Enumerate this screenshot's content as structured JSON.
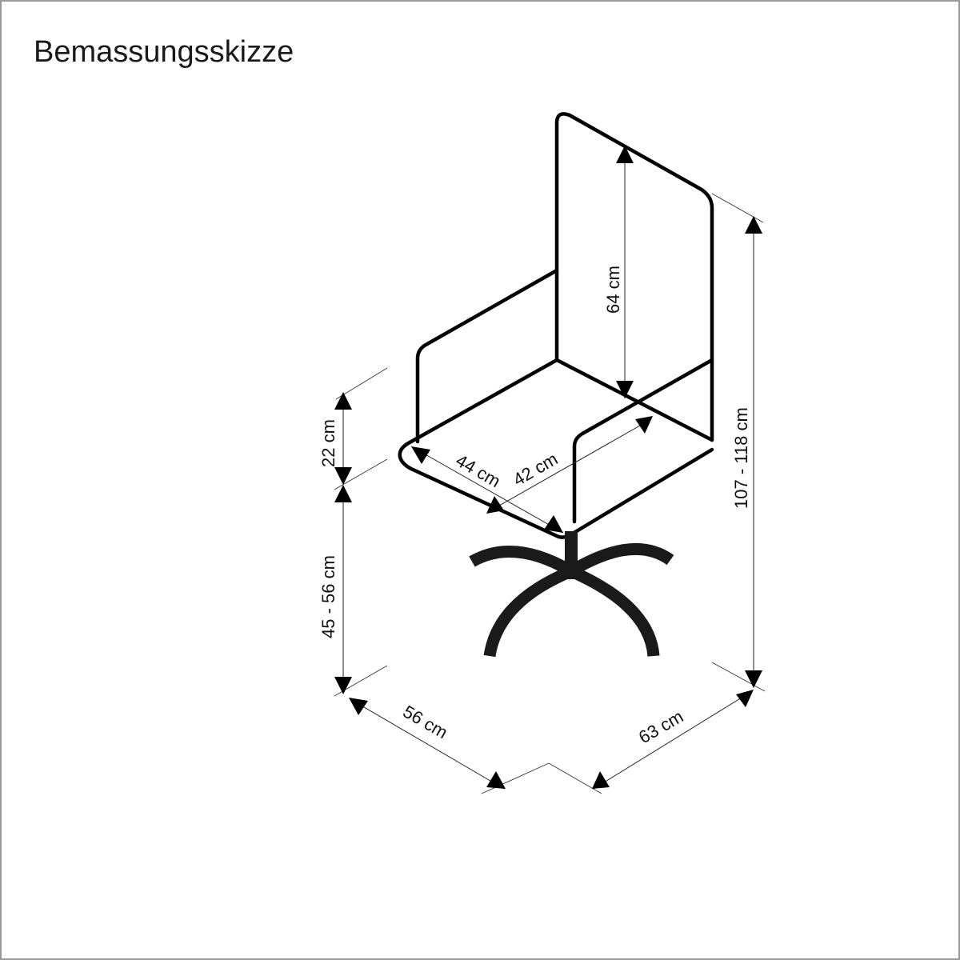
{
  "title": "Bemassungsskizze",
  "diagram": {
    "subject": "swivel office chair",
    "colors": {
      "outline": "#000000",
      "base": "#1a1a1a",
      "dimension_line": "#222222",
      "frame": "#9a9a9a",
      "background": "#ffffff"
    },
    "dimensions": {
      "backrest_height": "64 cm",
      "total_height": "107 - 118 cm",
      "armrest_height": "22 cm",
      "seat_height": "45 - 56 cm",
      "seat_depth": "44 cm",
      "seat_width": "42 cm",
      "overall_width": "56 cm",
      "overall_depth": "63 cm"
    }
  }
}
